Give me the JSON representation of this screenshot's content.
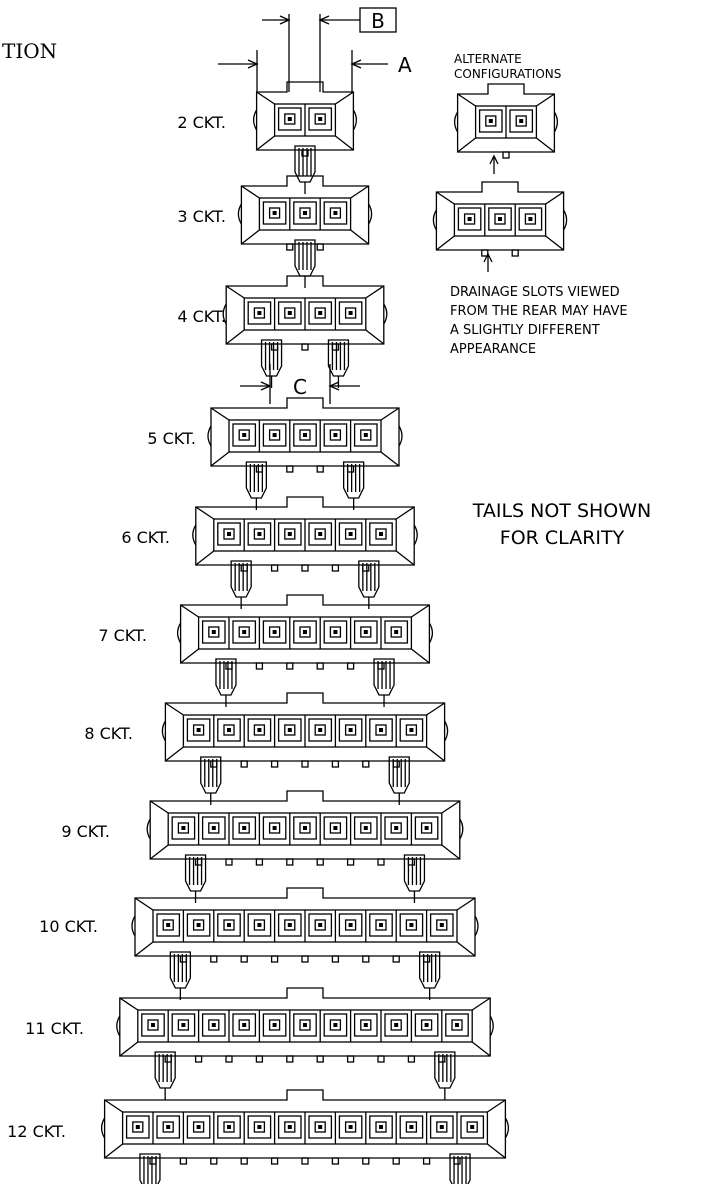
{
  "header": {
    "fragment": "TION"
  },
  "dimensions": {
    "a": "A",
    "b": "B",
    "c": "C"
  },
  "alternate": {
    "title_line1": "ALTERNATE",
    "title_line2": "CONFIGURATIONS"
  },
  "notes": {
    "drainage_line1": "DRAINAGE SLOTS VIEWED",
    "drainage_line2": "FROM THE REAR MAY HAVE",
    "drainage_line3": "A SLIGHTLY DIFFERENT",
    "drainage_line4": "APPEARANCE",
    "tails_line1": "TAILS NOT SHOWN",
    "tails_line2": "FOR CLARITY"
  },
  "connectors": [
    {
      "label": "2 CKT.",
      "circuits": 2
    },
    {
      "label": "3 CKT.",
      "circuits": 3
    },
    {
      "label": "4 CKT.",
      "circuits": 4
    },
    {
      "label": "5 CKT.",
      "circuits": 5
    },
    {
      "label": "6 CKT.",
      "circuits": 6
    },
    {
      "label": "7 CKT.",
      "circuits": 7
    },
    {
      "label": "8 CKT.",
      "circuits": 8
    },
    {
      "label": "9 CKT.",
      "circuits": 9
    },
    {
      "label": "10 CKT.",
      "circuits": 10
    },
    {
      "label": "11 CKT.",
      "circuits": 11
    },
    {
      "label": "12 CKT.",
      "circuits": 12
    }
  ],
  "alternate_configs": [
    {
      "circuits": 2
    },
    {
      "circuits": 3
    }
  ]
}
